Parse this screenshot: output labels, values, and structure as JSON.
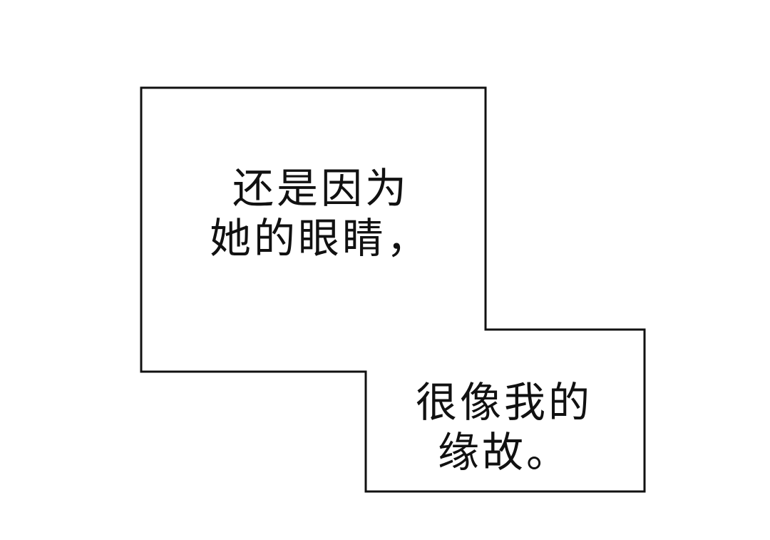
{
  "panel": {
    "background": "#ffffff",
    "border_color": "#111111",
    "upper_box": {
      "lines": [
        "还是因为",
        "她的眼睛，"
      ]
    },
    "lower_box": {
      "lines": [
        "很像我的",
        "缘故。"
      ]
    }
  }
}
